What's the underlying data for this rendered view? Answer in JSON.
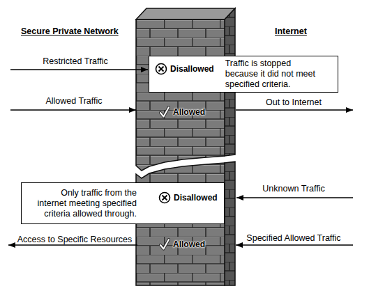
{
  "diagram": {
    "nodes": [
      {
        "text": [
          "Disallowed",
          "Traffic is stopped because it did not meet specified criteria."
        ]
      },
      {
        "text": [
          "Allowed"
        ]
      },
      {
        "text": [
          "Only traffic from the internet meeting specified criteria allowed through.",
          "Disallowed"
        ]
      },
      {
        "text": [
          "Allowed"
        ]
      }
    ],
    "labels": [
      "Secure Private Network",
      "Internet",
      "Restricted Traffic",
      "Allowed Traffic",
      "Out to Internet",
      "Unknown Traffic",
      "Specified Allowed Traffic",
      "Access to Specific Resources"
    ]
  }
}
